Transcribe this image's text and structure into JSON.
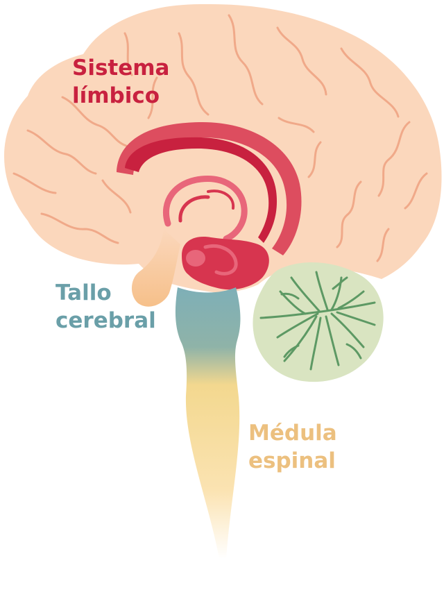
{
  "labels": {
    "limbic": {
      "line1": "Sistema",
      "line2": "límbico"
    },
    "brainstem": {
      "line1": "Tallo",
      "line2": "cerebral"
    },
    "spinal_cord": {
      "line1": "Médula",
      "line2": "espinal"
    }
  },
  "colors": {
    "cerebrum": "#fbd7bc",
    "gyri_lines": "#f0a989",
    "limbic": "#d7354f",
    "limbic_label": "#c8213f",
    "brainstem": "#7eafb7",
    "brainstem_label": "#6a9fa8",
    "spinal_cord": "#f7d98f",
    "spinal_label": "#ecc07f",
    "cerebellum": "#d9e4c1",
    "cerebellum_veins": "#5d9964"
  }
}
